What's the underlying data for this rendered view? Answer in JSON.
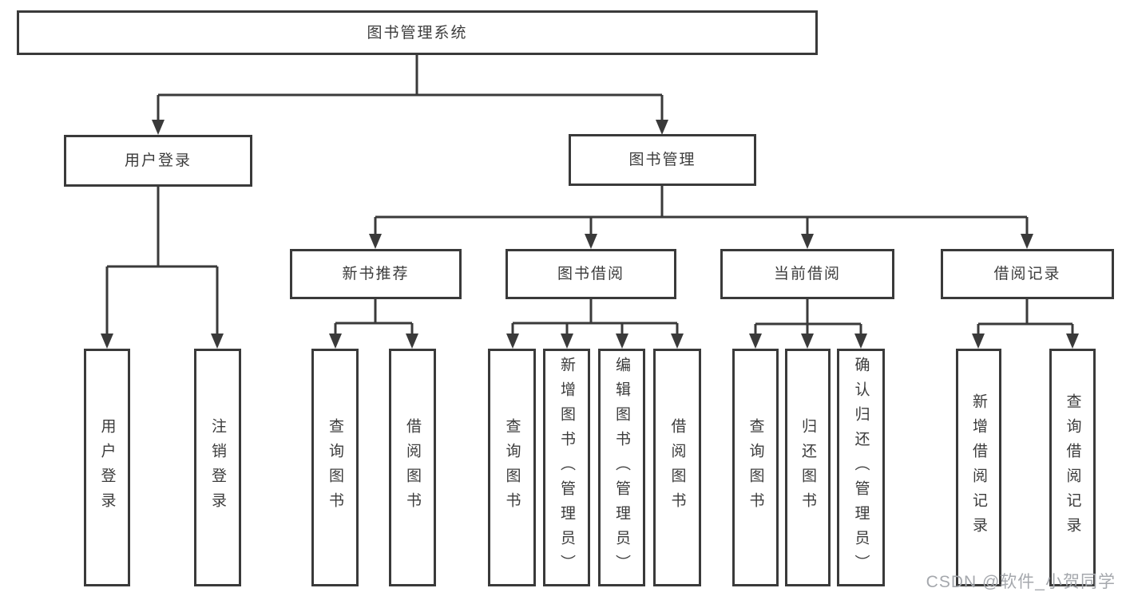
{
  "diagram": {
    "root": {
      "label": "图书管理系统",
      "children": [
        {
          "label": "用户登录",
          "children": [
            {
              "label": "用户登录"
            },
            {
              "label": "注销登录"
            }
          ]
        },
        {
          "label": "图书管理",
          "children": [
            {
              "label": "新书推荐",
              "children": [
                {
                  "label": "查询图书"
                },
                {
                  "label": "借阅图书"
                }
              ]
            },
            {
              "label": "图书借阅",
              "children": [
                {
                  "label": "查询图书"
                },
                {
                  "label": "新增图书（管理员）"
                },
                {
                  "label": "编辑图书（管理员）"
                },
                {
                  "label": "借阅图书"
                }
              ]
            },
            {
              "label": "当前借阅",
              "children": [
                {
                  "label": "查询图书"
                },
                {
                  "label": "归还图书"
                },
                {
                  "label": "确认归还（管理员）"
                }
              ]
            },
            {
              "label": "借阅记录",
              "children": [
                {
                  "label": "新增借阅记录"
                },
                {
                  "label": "查询借阅记录"
                }
              ]
            }
          ]
        }
      ]
    },
    "line_color": "#3a3a3a",
    "text_color": "#3c3c3c",
    "background_color": "#ffffff"
  },
  "watermark": {
    "text": "CSDN @软件_小贺同学"
  }
}
